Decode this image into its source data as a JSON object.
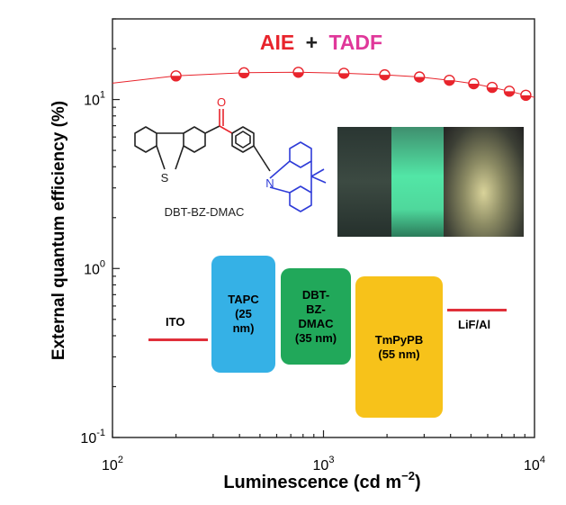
{
  "title": {
    "part1": "AIE",
    "plus": "+",
    "part2": "TADF",
    "color1": "#e8242c",
    "color2": "#e0389a"
  },
  "chart_data": {
    "type": "scatter",
    "xlabel": "Luminescence (cd m",
    "xlabel_sup": "−2",
    "xlabel_close": ")",
    "ylabel": "External quantum efficiency (%)",
    "xscale": "log",
    "yscale": "log",
    "xlim": [
      100,
      10000
    ],
    "ylim": [
      0.1,
      30
    ],
    "xticks": [
      {
        "value": 100,
        "base": "10",
        "exp": "2"
      },
      {
        "value": 1000,
        "base": "10",
        "exp": "3"
      },
      {
        "value": 10000,
        "base": "10",
        "exp": "4"
      }
    ],
    "yticks": [
      {
        "value": 0.1,
        "base": "10",
        "exp": "-1"
      },
      {
        "value": 1,
        "base": "10",
        "exp": "0"
      },
      {
        "value": 10,
        "base": "10",
        "exp": "1"
      }
    ],
    "series": [
      {
        "points": [
          {
            "x": 200,
            "y": 13.8
          },
          {
            "x": 420,
            "y": 14.4
          },
          {
            "x": 760,
            "y": 14.5
          },
          {
            "x": 1250,
            "y": 14.3
          },
          {
            "x": 1950,
            "y": 14.0
          },
          {
            "x": 2850,
            "y": 13.6
          },
          {
            "x": 3950,
            "y": 13.0
          },
          {
            "x": 5150,
            "y": 12.4
          },
          {
            "x": 6300,
            "y": 11.8
          },
          {
            "x": 7600,
            "y": 11.2
          },
          {
            "x": 9100,
            "y": 10.6
          }
        ],
        "fit": [
          {
            "x": 100,
            "y": 12.5
          },
          {
            "x": 200,
            "y": 13.8
          },
          {
            "x": 420,
            "y": 14.4
          },
          {
            "x": 760,
            "y": 14.5
          },
          {
            "x": 1250,
            "y": 14.3
          },
          {
            "x": 1950,
            "y": 14.0
          },
          {
            "x": 2850,
            "y": 13.6
          },
          {
            "x": 3950,
            "y": 13.0
          },
          {
            "x": 5150,
            "y": 12.4
          },
          {
            "x": 6300,
            "y": 11.8
          },
          {
            "x": 7600,
            "y": 11.2
          },
          {
            "x": 10000,
            "y": 10.3
          }
        ],
        "color": "#e8242c"
      }
    ],
    "grid": false
  },
  "molecule": {
    "label": "DBT-BZ-DMAC",
    "heteroatoms": {
      "sulfur": "S",
      "oxygen": "O",
      "nitrogen": "N"
    },
    "colors": {
      "donor": "#2f3cd8",
      "acceptor": "#e8242c",
      "core": "#222222"
    }
  },
  "device": {
    "anode": {
      "label": "ITO",
      "line_color": "#e0303a"
    },
    "cathode": {
      "label": "LiF/Al",
      "line_color": "#e0303a"
    },
    "layers": [
      {
        "lines": [
          "TAPC",
          "(25",
          "nm)"
        ],
        "color": "#35b1e6"
      },
      {
        "lines": [
          "DBT-",
          "BZ-",
          "DMAC",
          "(35 nm)"
        ],
        "color": "#21a85a"
      },
      {
        "lines": [
          "TmPyPB",
          "(55 nm)"
        ],
        "color": "#f7c21a"
      }
    ]
  }
}
